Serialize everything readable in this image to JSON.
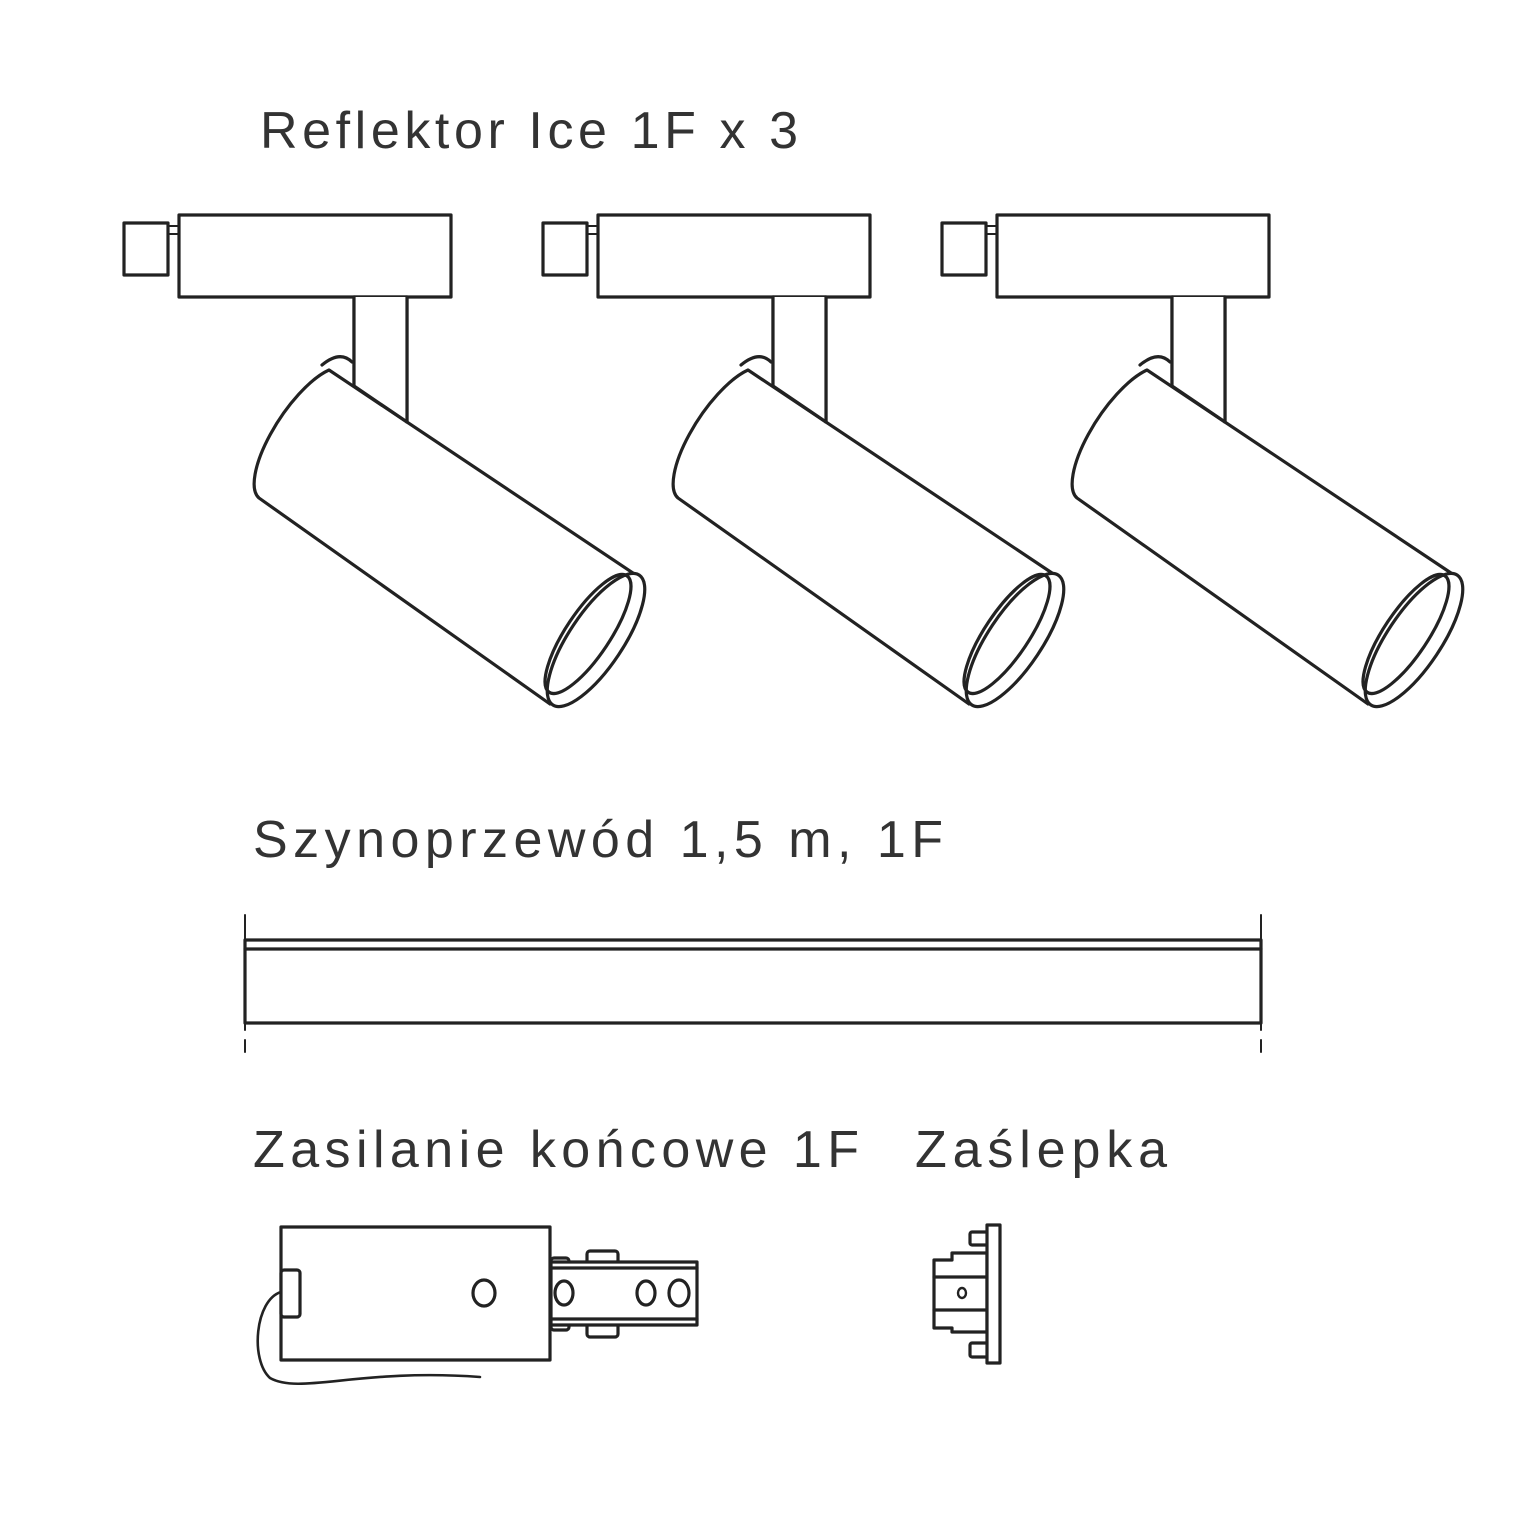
{
  "labels": {
    "spotlights": "Reflektor Ice 1F x 3",
    "track": "Szynoprzewód 1,5 m, 1F",
    "end_feed": "Zasilanie końcowe 1F",
    "end_cap": "Zaślepka"
  },
  "colors": {
    "line": "#222222",
    "text": "#333333",
    "background": "#ffffff"
  }
}
